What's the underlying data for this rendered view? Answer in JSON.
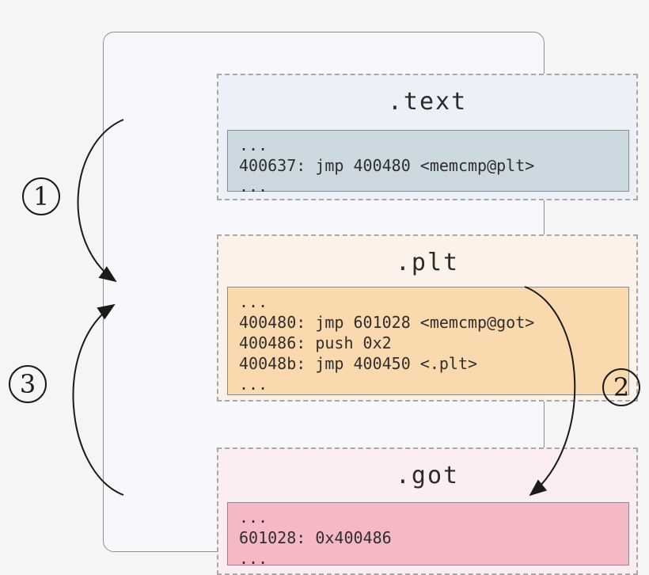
{
  "page": {
    "background": "#f5f5f5"
  },
  "container": {
    "background": "#f6f8fc",
    "border_color": "#919191"
  },
  "sections": [
    {
      "id": "text",
      "title": ".text",
      "section_bg": "#ecf1f7",
      "box_bg": "#cdd9e1",
      "lines": [
        "...",
        "400637: jmp 400480 <memcmp@plt>",
        "..."
      ]
    },
    {
      "id": "plt",
      "title": ".plt",
      "section_bg": "#fcf2e9",
      "box_bg": "#fbd9ae",
      "lines": [
        "...",
        "400480: jmp 601028 <memcmp@got>",
        "400486: push 0x2",
        "40048b: jmp 400450 <.plt>",
        "..."
      ]
    },
    {
      "id": "got",
      "title": ".got",
      "section_bg": "#fbedf1",
      "box_bg": "#f5b9c5",
      "lines": [
        "...",
        "601028: 0x400486",
        "..."
      ]
    }
  ],
  "steps": [
    {
      "label": "1"
    },
    {
      "label": "2"
    },
    {
      "label": "3"
    }
  ],
  "arrows": {
    "color": "#1a1a1a"
  }
}
